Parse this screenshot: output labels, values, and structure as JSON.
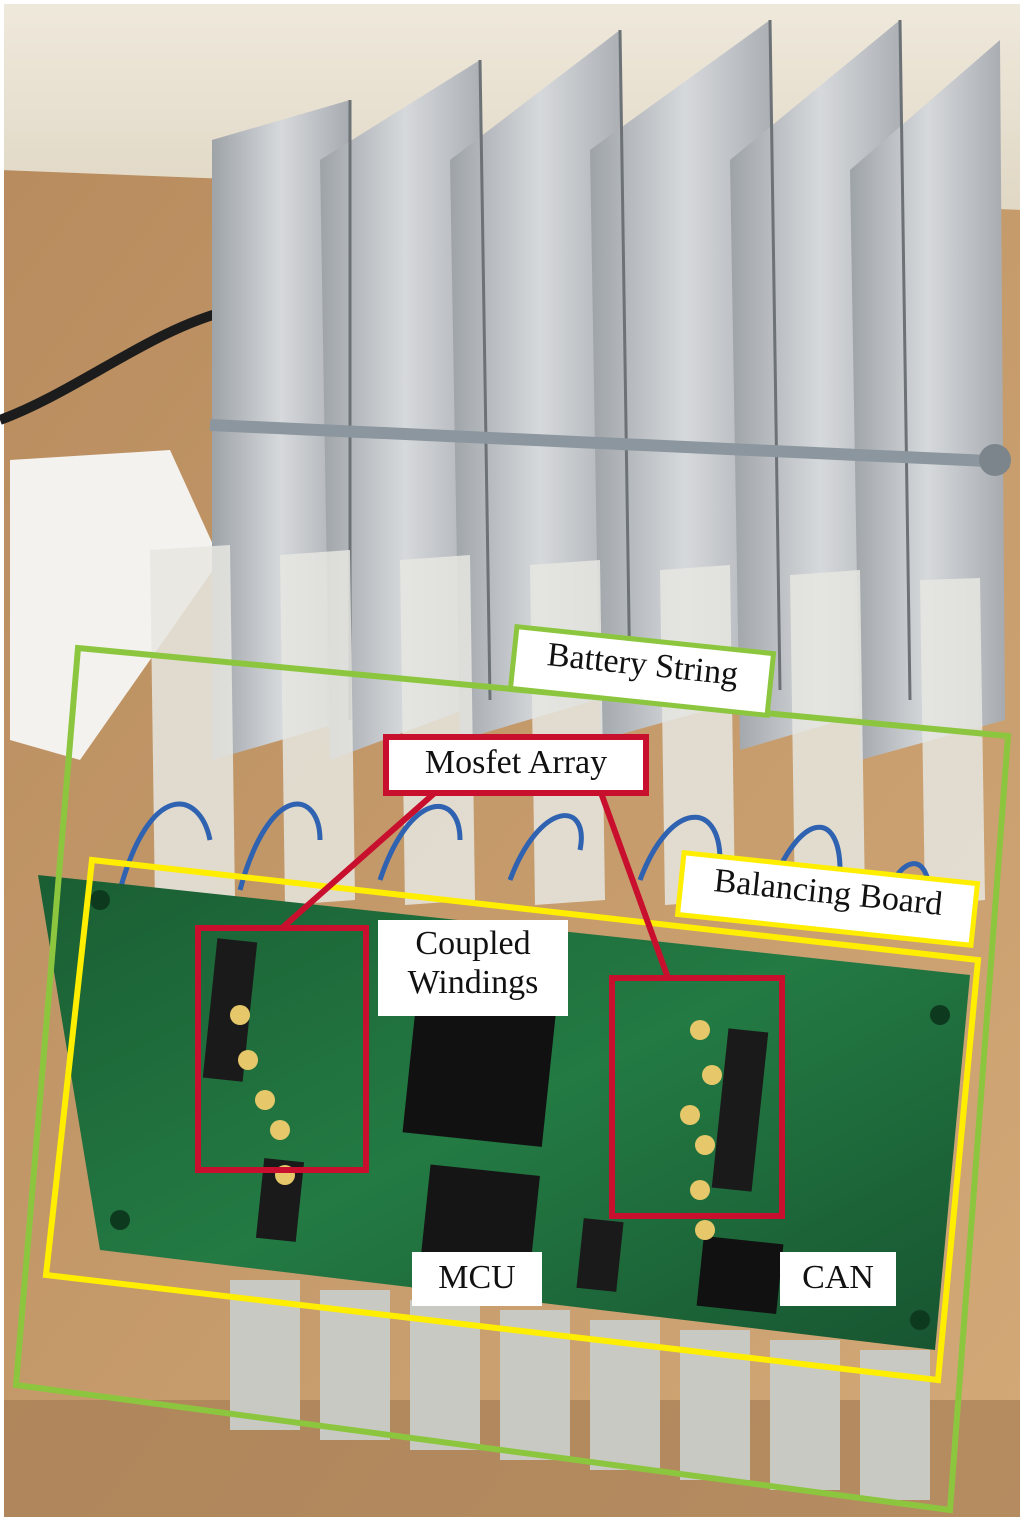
{
  "figure": {
    "annotations": {
      "battery_string": "Battery String",
      "mosfet_array": "Mosfet Array",
      "balancing_board": "Balancing Board",
      "coupled_windings_line1": "Coupled",
      "coupled_windings_line2": "Windings",
      "mcu": "MCU",
      "can": "CAN"
    },
    "colors": {
      "battery_string_box": "#8cc63f",
      "balancing_board_box": "#ffee00",
      "mosfet_box": "#c8102e",
      "pcb": "#1e6b3a",
      "aluminum_plates": "#b8bcc0",
      "wooden_table": "#c69a6a",
      "wall": "#e9e2d3"
    }
  }
}
